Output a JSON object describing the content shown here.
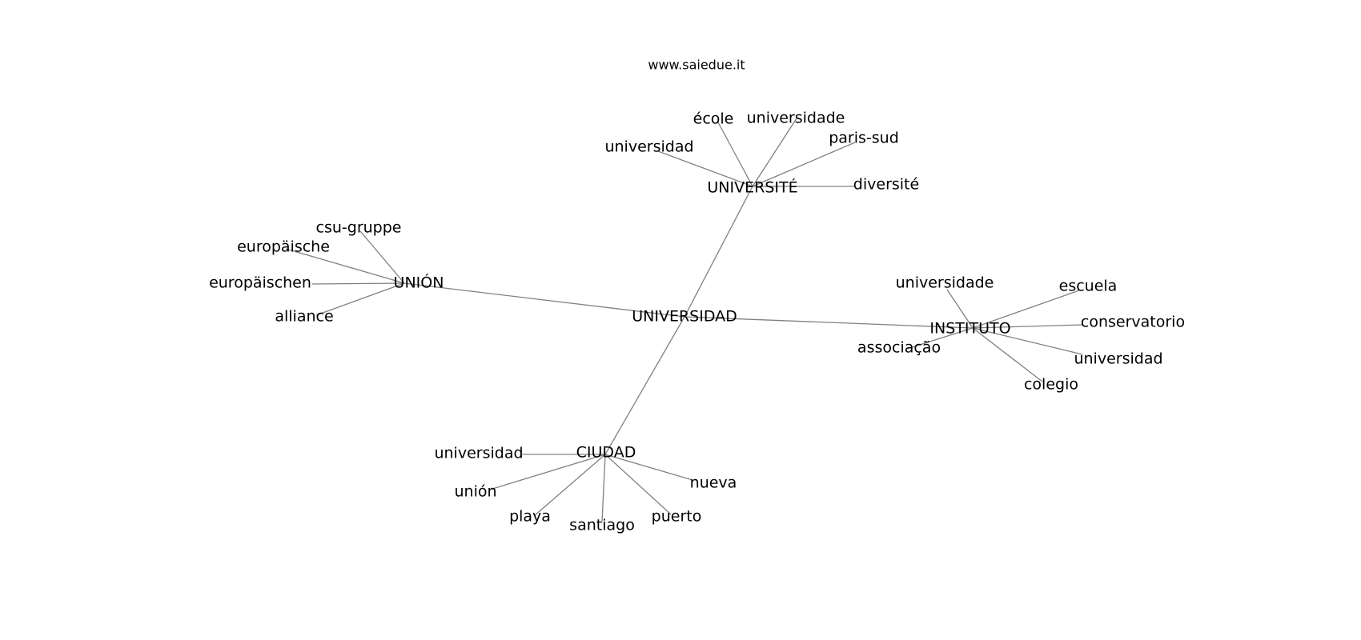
{
  "title": "www.saiedue.it",
  "root": {
    "id": "universidad-root",
    "label": "UNIVERSIDAD"
  },
  "clusters": [
    {
      "id": "universite",
      "label": "UNIVERSITÉ",
      "children": [
        {
          "id": "universite-universidad",
          "label": "universidad"
        },
        {
          "id": "universite-ecole",
          "label": "école"
        },
        {
          "id": "universite-universidade",
          "label": "universidade"
        },
        {
          "id": "universite-paris-sud",
          "label": "paris-sud"
        },
        {
          "id": "universite-diversite",
          "label": "diversité"
        }
      ]
    },
    {
      "id": "union",
      "label": "UNIÓN",
      "children": [
        {
          "id": "union-csu-gruppe",
          "label": "csu-gruppe"
        },
        {
          "id": "union-europaische",
          "label": "europäische"
        },
        {
          "id": "union-europaischen",
          "label": "europäischen"
        },
        {
          "id": "union-alliance",
          "label": "alliance"
        }
      ]
    },
    {
      "id": "instituto",
      "label": "INSTITUTO",
      "children": [
        {
          "id": "instituto-universidade",
          "label": "universidade"
        },
        {
          "id": "instituto-escuela",
          "label": "escuela"
        },
        {
          "id": "instituto-conservatorio",
          "label": "conservatorio"
        },
        {
          "id": "instituto-universidad",
          "label": "universidad"
        },
        {
          "id": "instituto-colegio",
          "label": "colegio"
        },
        {
          "id": "instituto-associacao",
          "label": "associação"
        }
      ]
    },
    {
      "id": "ciudad",
      "label": "CIUDAD",
      "children": [
        {
          "id": "ciudad-universidad",
          "label": "universidad"
        },
        {
          "id": "ciudad-union",
          "label": "unión"
        },
        {
          "id": "ciudad-playa",
          "label": "playa"
        },
        {
          "id": "ciudad-santiago",
          "label": "santiago"
        },
        {
          "id": "ciudad-puerto",
          "label": "puerto"
        },
        {
          "id": "ciudad-nueva",
          "label": "nueva"
        }
      ]
    }
  ]
}
